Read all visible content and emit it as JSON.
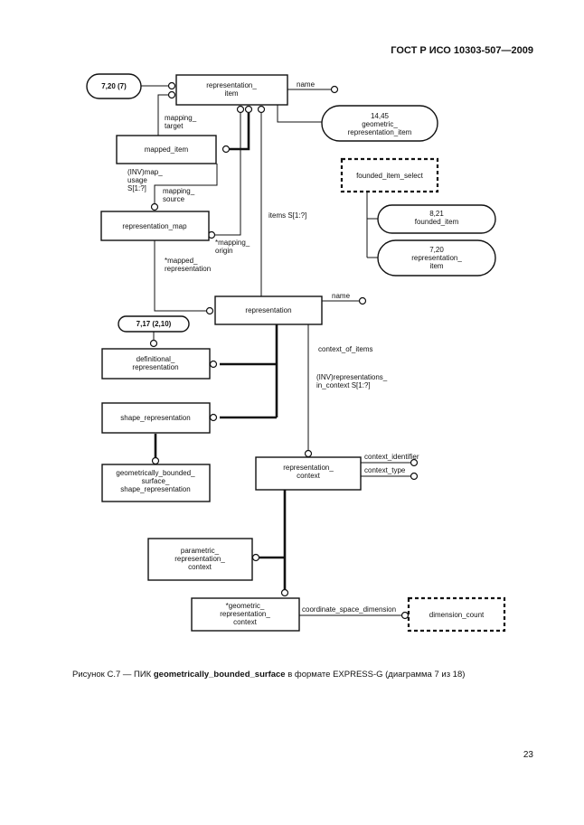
{
  "header": {
    "doc_id": "ГОСТ Р ИСО 10303-507—2009"
  },
  "entities": {
    "representation_item": [
      "representation_",
      "item"
    ],
    "mapped_item": [
      "mapped_item"
    ],
    "representation_map": [
      "representation_map"
    ],
    "representation": [
      "representation"
    ],
    "definitional_representation": [
      "definitional_",
      "representation"
    ],
    "shape_representation": [
      "shape_representation"
    ],
    "geometrically_bounded_surface_shape_representation": [
      "geometrically_bounded_",
      "surface_",
      "shape_representation"
    ],
    "representation_context": [
      "representation_",
      "context"
    ],
    "parametric_representation_context": [
      "parametric_",
      "representation_",
      "context"
    ],
    "geometric_representation_context": [
      "*geometric_",
      "representation_",
      "context"
    ],
    "founded_item_select": [
      "founded_item_select"
    ],
    "dimension_count": [
      "dimension_count"
    ]
  },
  "references": {
    "ref_7_20_top": [
      "7,20 (7)"
    ],
    "ref_14_45": [
      "14,45",
      "geometric_",
      "representation_item"
    ],
    "ref_8_21": [
      "8,21",
      "founded_item"
    ],
    "ref_7_20_right": [
      "7,20",
      "representation_",
      "item"
    ],
    "ref_7_17": [
      "7,17 (2,10)"
    ]
  },
  "attributes": {
    "name_top": [
      "name"
    ],
    "mapping_target": [
      "mapping_",
      "target"
    ],
    "inv_map_usage": [
      "(INV)map_",
      "usage",
      "S[1:?]"
    ],
    "mapping_source": [
      "mapping_",
      "source"
    ],
    "items": [
      "items S[1:?]"
    ],
    "mapping_origin": [
      "*mapping_",
      "origin"
    ],
    "mapped_representation": [
      "*mapped_",
      "representation"
    ],
    "name_rep": [
      "name"
    ],
    "context_of_items": [
      "context_of_items"
    ],
    "inv_representations_in_context": [
      "(INV)representations_",
      "in_context S[1:?]"
    ],
    "context_identifier": [
      "context_identifier"
    ],
    "context_type": [
      "context_type"
    ],
    "coordinate_space_dimension": [
      "coordinate_space_dimension"
    ]
  },
  "caption": {
    "prefix": "Рисунок С.7 — ПИК ",
    "bold": "geometrically_bounded_surface",
    "suffix": " в формате EXPRESS-G (диаграмма  7 из 18)"
  },
  "page_number": "23"
}
